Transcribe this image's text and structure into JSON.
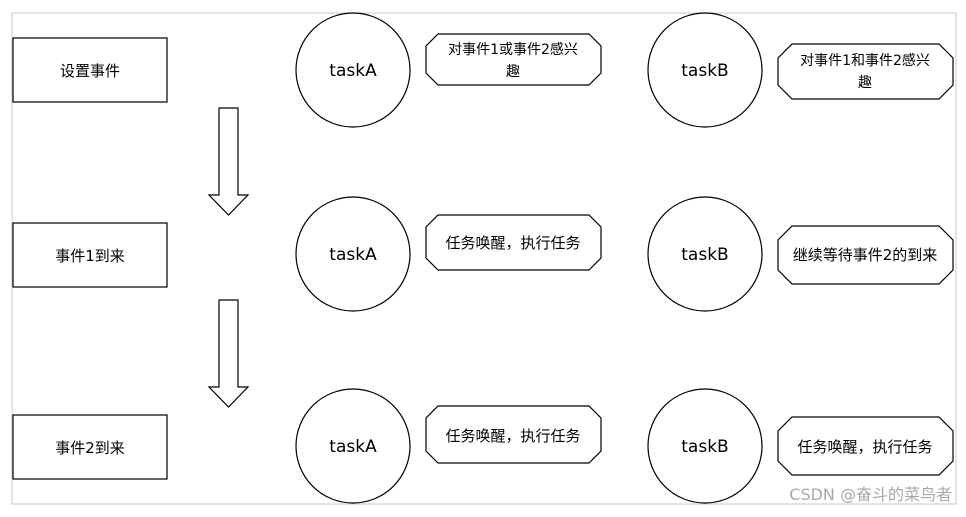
{
  "events": [
    {
      "label": "设置事件"
    },
    {
      "label": "事件1到来"
    },
    {
      "label": "事件2到来"
    }
  ],
  "tasks": [
    {
      "name": "taskA",
      "notes": [
        [
          "对事件1或事件2感兴",
          "趣"
        ],
        [
          "任务唤醒，执行任务"
        ],
        [
          "任务唤醒，执行任务"
        ]
      ]
    },
    {
      "name": "taskB",
      "notes": [
        [
          "对事件1和事件2感兴",
          "趣"
        ],
        [
          "继续等待事件2的到来"
        ],
        [
          "任务唤醒，执行任务"
        ]
      ]
    }
  ],
  "watermark": "CSDN @奋斗的菜鸟者"
}
